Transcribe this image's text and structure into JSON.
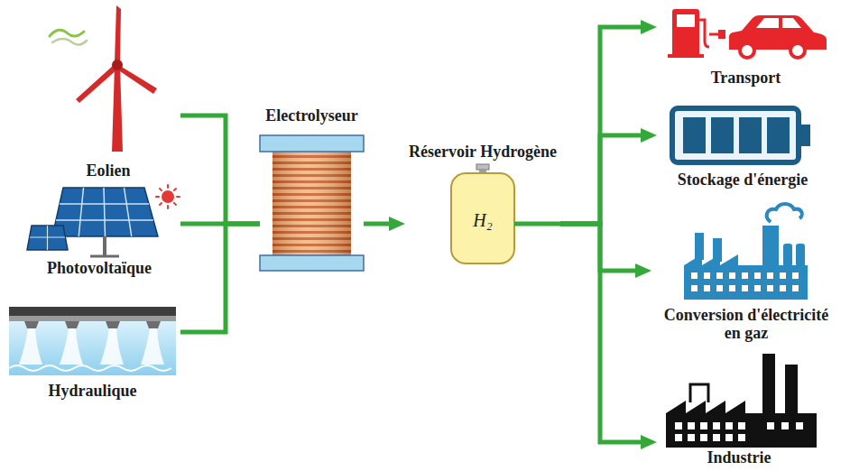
{
  "diagram": {
    "nodes": [
      {
        "text": [
          "Eolien"
        ]
      },
      {
        "text": [
          "Photovoltaïque"
        ]
      },
      {
        "text": [
          "Hydraulique"
        ]
      },
      {
        "text": [
          "Electrolyseur"
        ]
      },
      {
        "text": [
          "Réservoir Hydrogène",
          "H₂"
        ]
      },
      {
        "text": [
          "Transport"
        ]
      },
      {
        "text": [
          "Stockage d'énergie"
        ]
      },
      {
        "text": [
          "Conversion d'électricité en gaz"
        ]
      },
      {
        "text": [
          "Industrie"
        ]
      }
    ],
    "edges": [
      {
        "from": 0,
        "to": 3,
        "arrow": "none"
      },
      {
        "from": 1,
        "to": 3,
        "arrow": "none"
      },
      {
        "from": 2,
        "to": 3,
        "arrow": "none"
      },
      {
        "from": 3,
        "to": 4,
        "arrow": "to"
      },
      {
        "from": 4,
        "to": 5,
        "arrow": "to"
      },
      {
        "from": 4,
        "to": 6,
        "arrow": "to"
      },
      {
        "from": 4,
        "to": 7,
        "arrow": "to"
      },
      {
        "from": 4,
        "to": 8,
        "arrow": "to"
      }
    ]
  }
}
